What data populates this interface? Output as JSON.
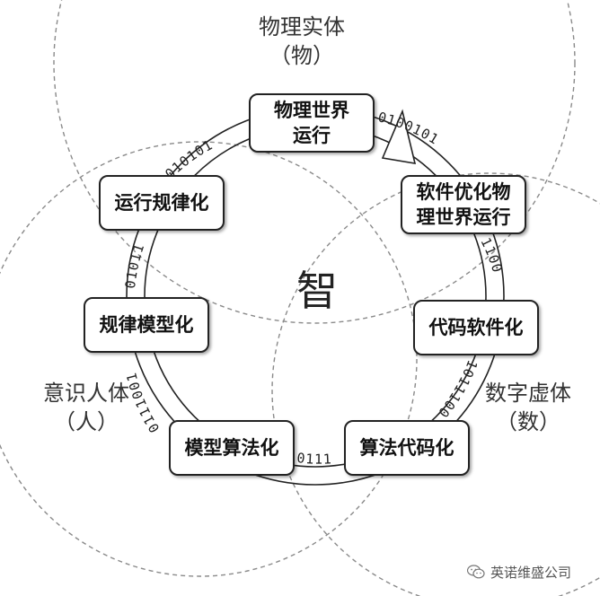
{
  "regions": {
    "top": {
      "line1": "物理实体",
      "line2": "（物）"
    },
    "left": {
      "line1": "意识人体",
      "line2": "（人）"
    },
    "right": {
      "line1": "数字虚体",
      "line2": "（数）"
    }
  },
  "center": "智",
  "nodes": {
    "physical_world": {
      "line1": "物理世界",
      "line2": "运行"
    },
    "software_optimize": {
      "line1": "软件优化物",
      "line2": "理世界运行"
    },
    "code_software": "代码软件化",
    "algorithm_code": "算法代码化",
    "model_algorithm": "模型算法化",
    "pattern_model": "规律模型化",
    "operation_pattern": "运行规律化"
  },
  "binary_bands": {
    "top_right": "0100101",
    "right": "1100",
    "lower_right": "1011100",
    "bottom": "0111",
    "lower_left": "0111001",
    "left": "01011",
    "top_left": "010101"
  },
  "watermark": {
    "icon": "wechat-icon",
    "text": "英诺维盛公司"
  },
  "colors": {
    "stroke": "#222222",
    "dashed": "#888888",
    "text": "#333333",
    "background": "#ffffff"
  }
}
